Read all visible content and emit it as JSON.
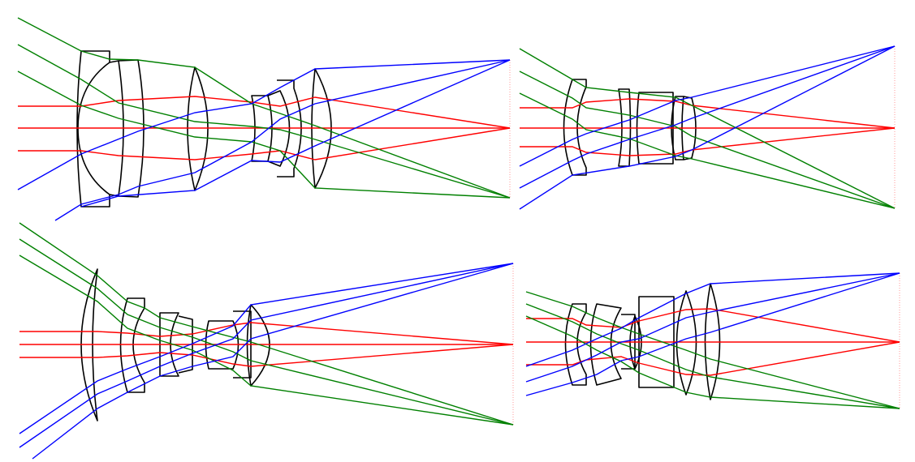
{
  "colors": {
    "background": "#ffffff",
    "lens": "#000000",
    "ray_axial": "#ff0000",
    "ray_mid_field": "#008000",
    "ray_full_field": "#0000ff",
    "image_plane": "#ff9999"
  },
  "panels": [
    {
      "id": "lens-layout-top-left"
    },
    {
      "id": "lens-layout-top-right"
    },
    {
      "id": "lens-layout-bottom-left"
    },
    {
      "id": "lens-layout-bottom-right"
    }
  ]
}
